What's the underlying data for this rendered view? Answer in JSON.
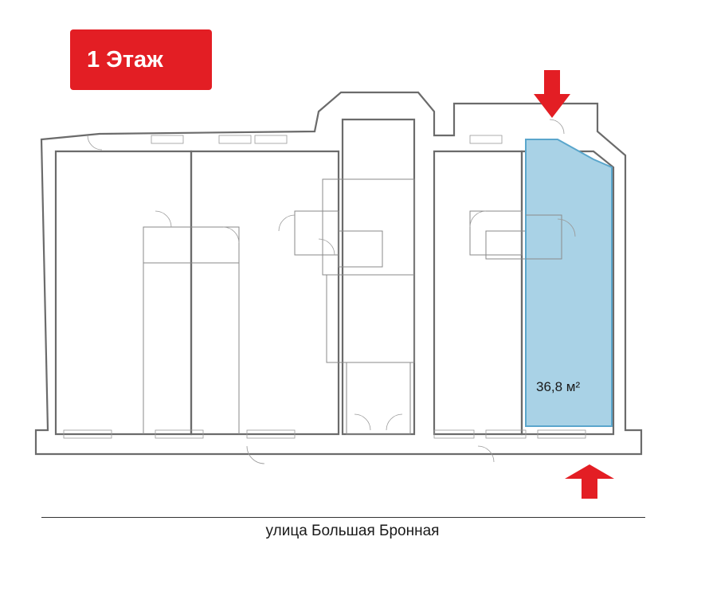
{
  "floor_label": "1 Этаж",
  "highlighted_unit": {
    "area_label": "36,8 м²",
    "fill_color": "#a9d2e6",
    "stroke_color": "#5aa6cc"
  },
  "accent_color": "#e31e24",
  "street": {
    "name": "улица Большая Бронная"
  },
  "icons": [
    "entrance-arrow-icon",
    "entrance-arrow-icon"
  ]
}
